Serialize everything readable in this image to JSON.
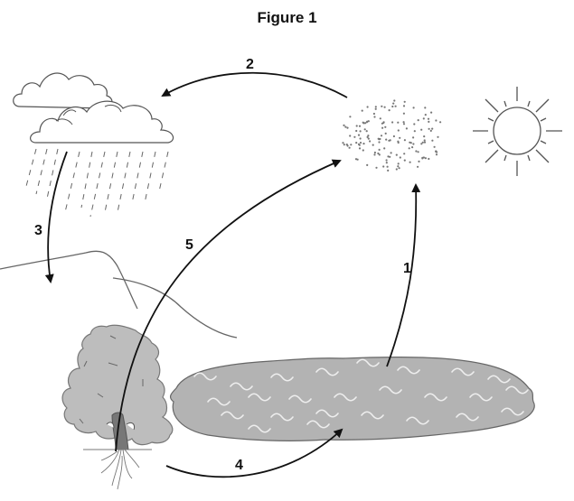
{
  "figure": {
    "title": "Figure 1",
    "labels": {
      "arrow_1": "1",
      "arrow_2": "2",
      "arrow_3": "3",
      "arrow_4": "4",
      "arrow_5": "5"
    },
    "colors": {
      "water": "#b3b3b3",
      "tree": "#bdbdbd",
      "outline": "#555555",
      "arrow": "#111111"
    }
  }
}
